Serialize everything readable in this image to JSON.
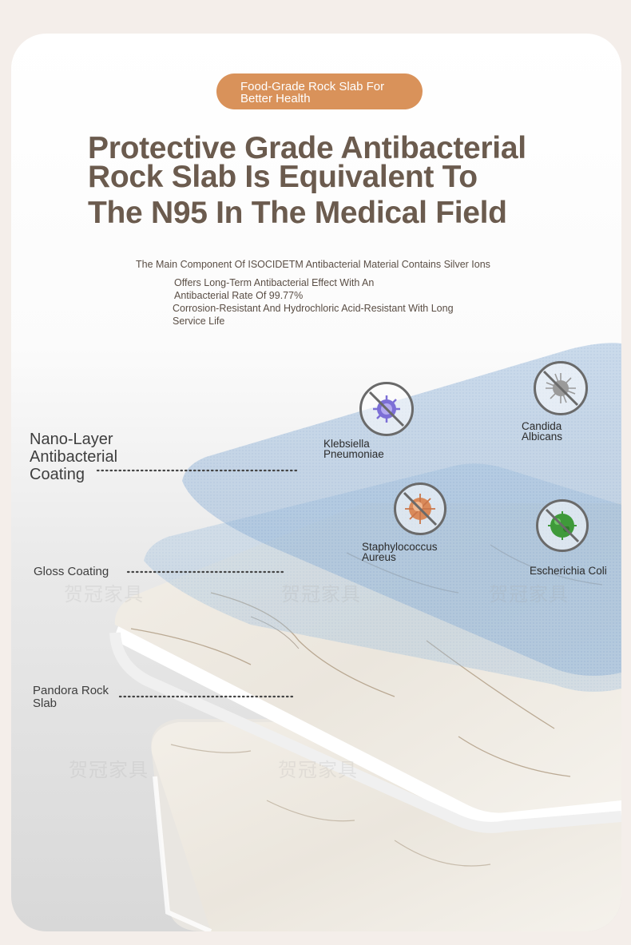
{
  "badge": {
    "line1": "Food-Grade Rock Slab For",
    "line2": "Better Health"
  },
  "headline": {
    "line1": "Protective Grade Antibacterial",
    "line2": "Rock Slab Is Equivalent To",
    "line3": "The N95 In The Medical Field"
  },
  "subtext": {
    "line1": "The Main Component Of ISOCIDETM Antibacterial Material Contains Silver Ions",
    "line2": "Offers Long-Term Antibacterial Effect With An Antibacterial Rate Of 99.77%",
    "line3": "Corrosion-Resistant And Hydrochloric Acid-Resistant With Long Service Life"
  },
  "layers": {
    "nano": "Nano-Layer Antibacterial Coating",
    "gloss": "Gloss Coating",
    "pandora": "Pandora Rock Slab"
  },
  "bacteria": [
    {
      "name": "Klebsiella Pneumoniae",
      "icon": "klebsiella-icon",
      "color": "#7c6fd6"
    },
    {
      "name": "Candida Albicans",
      "icon": "candida-icon",
      "color": "#9a9a9a"
    },
    {
      "name": "Staphylococcus Aureus",
      "icon": "staphylococcus-icon",
      "color": "#d98a5a"
    },
    {
      "name": "Escherichia Coli",
      "icon": "ecoli-icon",
      "color": "#3f9a3a"
    }
  ],
  "watermark": "贺冠家具",
  "colors": {
    "accent": "#d9925a",
    "headline": "#6b5b4e",
    "coating": "#8fb2d6"
  }
}
